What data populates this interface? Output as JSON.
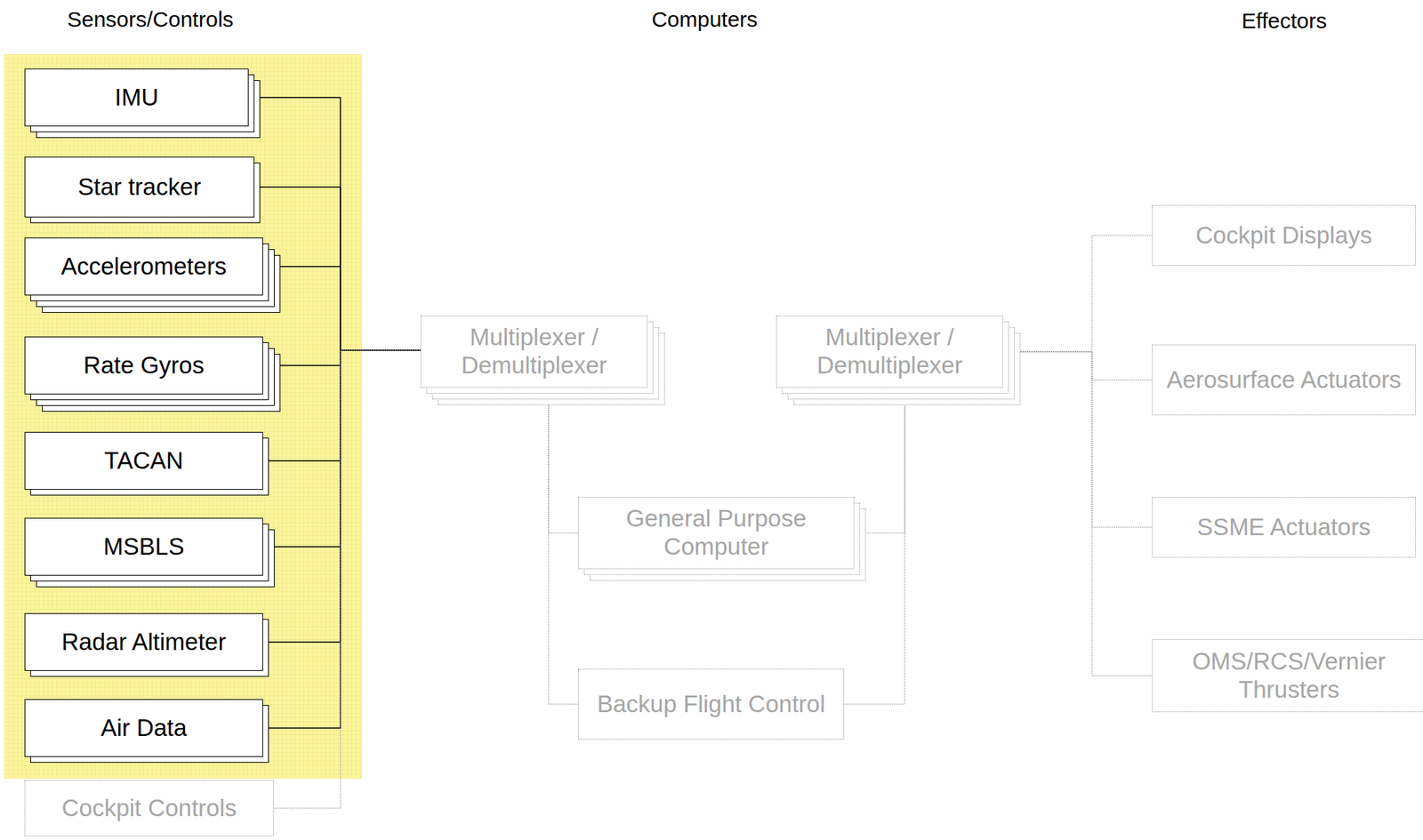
{
  "diagram": {
    "nodes": [
      {
        "text": [
          "IMU"
        ]
      },
      {
        "text": [
          "Star tracker"
        ]
      },
      {
        "text": [
          "Accelerometers"
        ]
      },
      {
        "text": [
          "Rate Gyros"
        ]
      },
      {
        "text": [
          "TACAN"
        ]
      },
      {
        "text": [
          "MSBLS"
        ]
      },
      {
        "text": [
          "Radar Altimeter"
        ]
      },
      {
        "text": [
          "Air Data"
        ]
      },
      {
        "text": [
          "Cockpit Controls"
        ]
      },
      {
        "text": [
          "Multiplexer / Demultiplexer"
        ]
      },
      {
        "text": [
          "General Purpose Computer"
        ]
      },
      {
        "text": [
          "Backup Flight Control"
        ]
      },
      {
        "text": [
          "Multiplexer / Demultiplexer"
        ]
      },
      {
        "text": [
          "Cockpit Displays"
        ]
      },
      {
        "text": [
          "Aerosurface Actuators"
        ]
      },
      {
        "text": [
          "SSME Actuators"
        ]
      },
      {
        "text": [
          "OMS/RCS/Vernier Thrusters"
        ]
      }
    ],
    "edges": [
      {
        "from": 0,
        "to": 9,
        "arrow": "none"
      },
      {
        "from": 1,
        "to": 9,
        "arrow": "none"
      },
      {
        "from": 2,
        "to": 9,
        "arrow": "none"
      },
      {
        "from": 3,
        "to": 9,
        "arrow": "none"
      },
      {
        "from": 4,
        "to": 9,
        "arrow": "none"
      },
      {
        "from": 5,
        "to": 9,
        "arrow": "none"
      },
      {
        "from": 6,
        "to": 9,
        "arrow": "none"
      },
      {
        "from": 7,
        "to": 9,
        "arrow": "none"
      },
      {
        "from": 8,
        "to": 9,
        "arrow": "none"
      },
      {
        "from": 9,
        "to": 10,
        "arrow": "none"
      },
      {
        "from": 9,
        "to": 11,
        "arrow": "none"
      },
      {
        "from": 10,
        "to": 12,
        "arrow": "none"
      },
      {
        "from": 11,
        "to": 12,
        "arrow": "none"
      },
      {
        "from": 12,
        "to": 13,
        "arrow": "none"
      },
      {
        "from": 12,
        "to": 14,
        "arrow": "none"
      },
      {
        "from": 12,
        "to": 15,
        "arrow": "none"
      },
      {
        "from": 12,
        "to": 16,
        "arrow": "none"
      }
    ],
    "labels": [
      "Sensors/Controls",
      "Computers",
      "Effectors"
    ]
  }
}
